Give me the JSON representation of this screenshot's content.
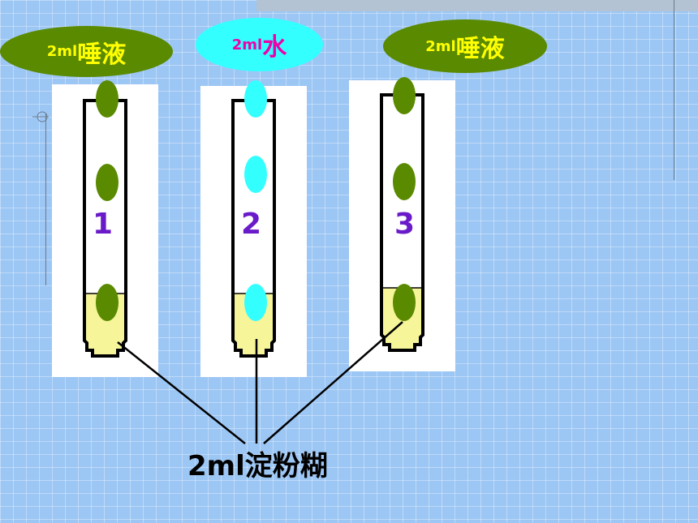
{
  "labels": {
    "tube1_top": {
      "prefix": "2ml",
      "main": "唾液"
    },
    "tube2_top": {
      "prefix": "2ml",
      "main": "水"
    },
    "tube3_top": {
      "prefix": "2ml",
      "main": "唾液"
    },
    "tube1_number": "1",
    "tube2_number": "2",
    "tube3_number": "3",
    "starch": "2ml淀粉糊"
  },
  "colors": {
    "background": "#9cc6f4",
    "saliva": "#5a8a00",
    "water": "#33ffff",
    "starch_paste": "#f6f59a",
    "label_yellow": "#ffff00",
    "label_magenta": "#ee00aa",
    "number_purple": "#6a1bc9"
  }
}
